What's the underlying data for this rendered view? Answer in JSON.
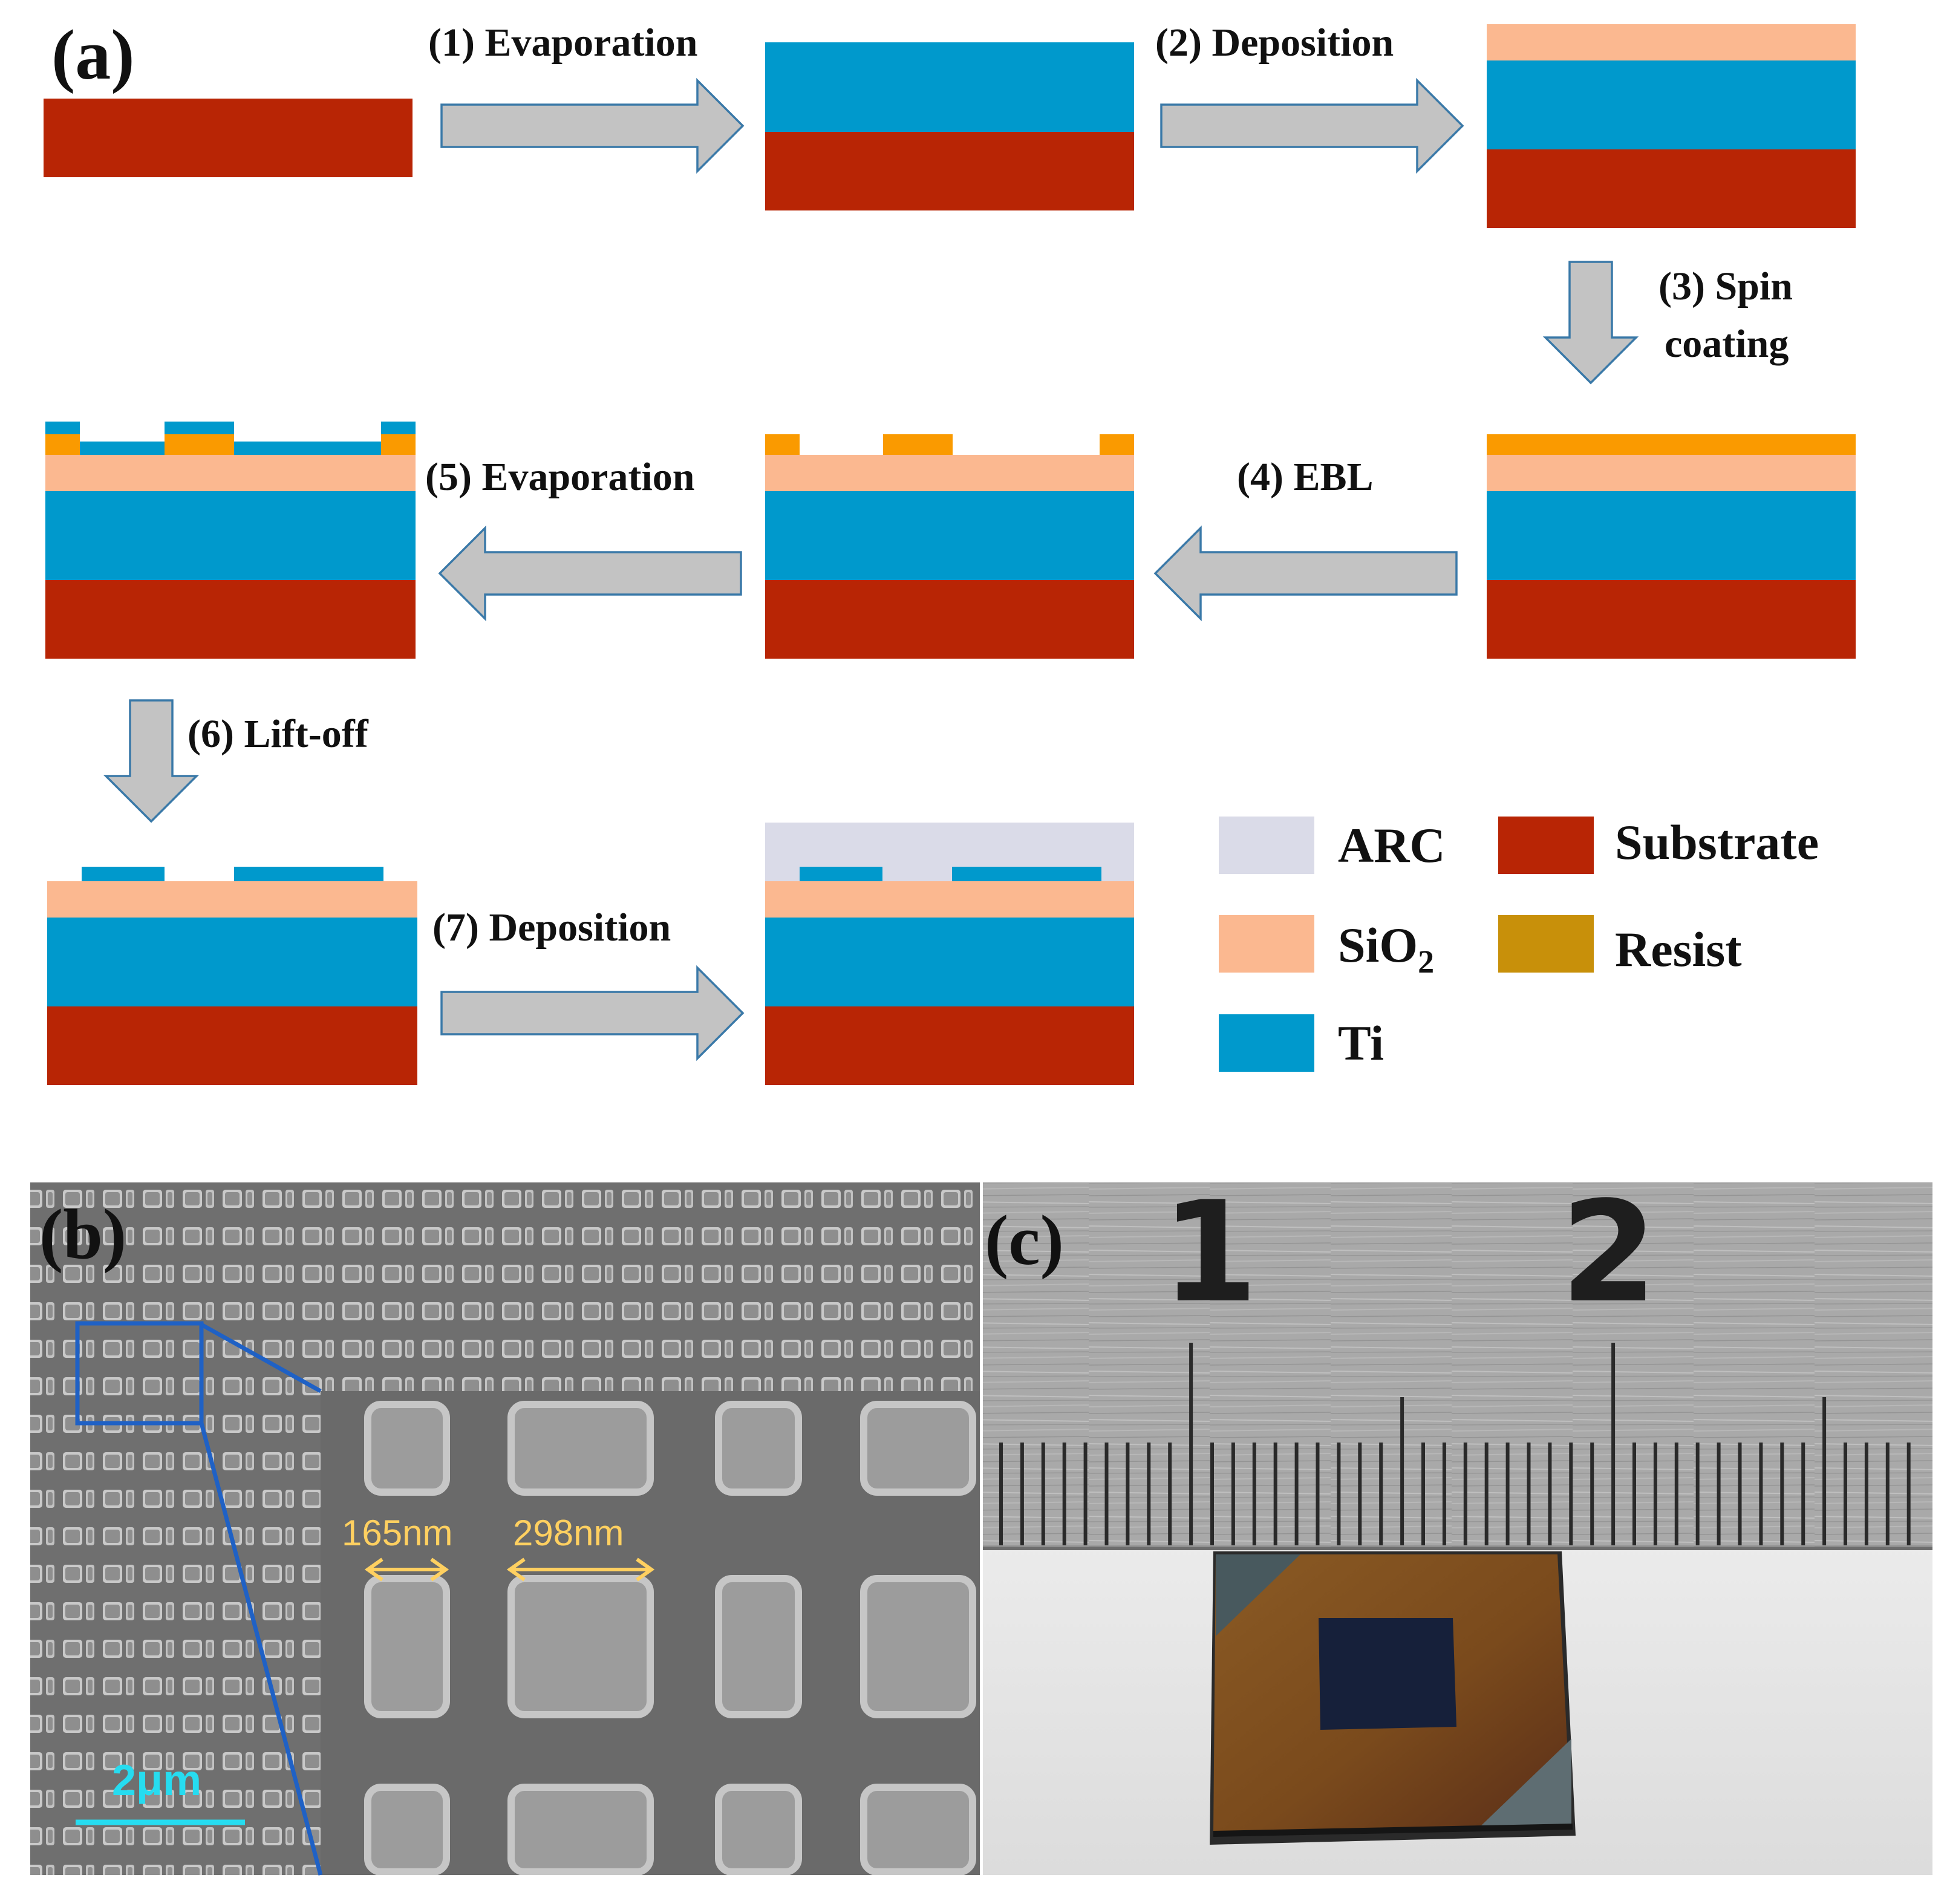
{
  "panels": {
    "a": {
      "label": "(a)"
    },
    "b": {
      "label": "(b)",
      "measure_1": "165nm",
      "measure_2": "298nm",
      "scale_bar": "2μm"
    },
    "c": {
      "label": "(c)",
      "ruler_number_1": "1",
      "ruler_number_2": "2"
    }
  },
  "steps": [
    {
      "text": "(1) Evaporation"
    },
    {
      "text": "(2) Deposition"
    },
    {
      "text_line1": "(3) Spin",
      "text_line2": "coating"
    },
    {
      "text": "(4) EBL"
    },
    {
      "text": "(5) Evaporation"
    },
    {
      "text": "(6) Lift-off"
    },
    {
      "text": "(7) Deposition"
    }
  ],
  "legend": {
    "arc": "ARC",
    "sio2_base": "SiO",
    "sio2_sub": "2",
    "ti": "Ti",
    "substrate": "Substrate",
    "resist": "Resist"
  },
  "colors": {
    "substrate": "#b82505",
    "ti": "#0099cc",
    "sio2": "#fbb890",
    "resist_layer": "#fa9a00",
    "resist_legend": "#c8900a",
    "arc": "#dadbe8",
    "arrow_fill": "#c3c3c3",
    "arrow_stroke": "#3a79a8",
    "sem_line": "#1f61c5",
    "measure": "#ffd060",
    "scale": "#26dcf0"
  }
}
